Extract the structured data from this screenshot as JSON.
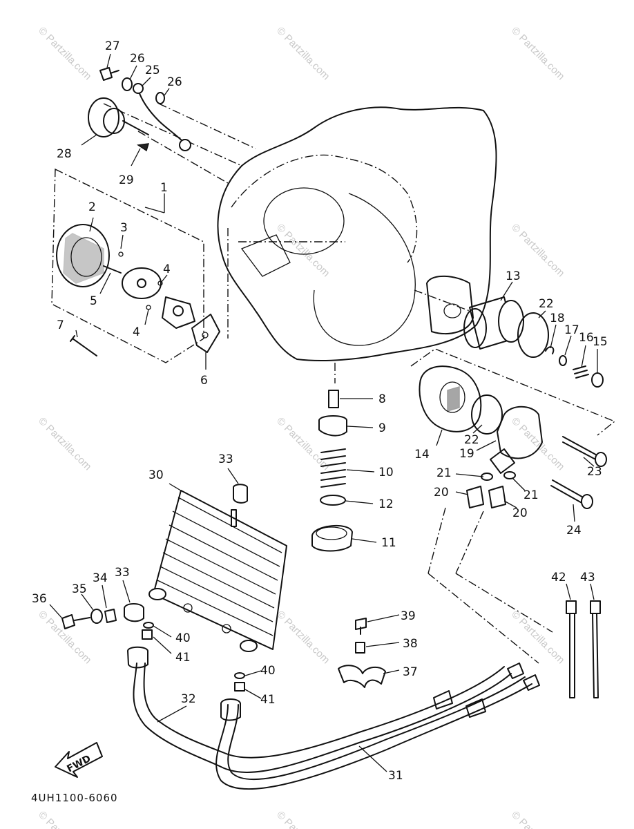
{
  "diagram_code": "4UH1100-6060",
  "fwd_label": "FWD",
  "watermark": "© Partzilla.com",
  "callouts": [
    "1",
    "2",
    "3",
    "4",
    "4",
    "5",
    "6",
    "7",
    "8",
    "9",
    "10",
    "11",
    "12",
    "13",
    "14",
    "15",
    "16",
    "17",
    "18",
    "19",
    "20",
    "20",
    "21",
    "21",
    "22",
    "22",
    "23",
    "24",
    "25",
    "26",
    "26",
    "27",
    "28",
    "29",
    "30",
    "31",
    "32",
    "33",
    "33",
    "34",
    "35",
    "36",
    "37",
    "38",
    "39",
    "40",
    "40",
    "41",
    "41",
    "42",
    "43"
  ]
}
